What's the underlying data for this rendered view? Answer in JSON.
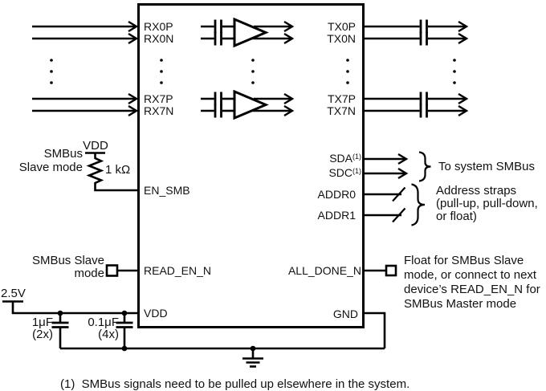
{
  "diagram": {
    "chip": {
      "pins": {
        "rx0p": "RX0P",
        "rx0n": "RX0N",
        "rx7p": "RX7P",
        "rx7n": "RX7N",
        "tx0p": "TX0P",
        "tx0n": "TX0N",
        "tx7p": "TX7P",
        "tx7n": "TX7N",
        "en_smb": "EN_SMB",
        "read_en_n": "READ_EN_N",
        "vdd": "VDD",
        "sda": "SDA",
        "sdc": "SDC",
        "addr0": "ADDR0",
        "addr1": "ADDR1",
        "all_done_n": "ALL_DONE_N",
        "gnd": "GND"
      },
      "footnote_ref": "(1)"
    },
    "left": {
      "vdd_rail": "VDD",
      "resistor_value": "1 kΩ",
      "en_smb_note": "SMBus\nSlave mode",
      "read_en_note": "SMBus Slave\nmode",
      "supply_voltage": "2.5V",
      "cap1_label": "1μF\n(2x)",
      "cap2_label": "0.1μF\n(4x)"
    },
    "right": {
      "smbus_note": "To system SMBus",
      "addr_note": "Address straps\n(pull-up, pull-down,\nor float)",
      "all_done_note": "Float for SMBus Slave\nmode, or connect to next\ndevice’s READ_EN_N for\nSMBus Master mode"
    },
    "footnote": "(1)  SMBus signals need to be pulled up elsewhere in the system."
  },
  "colors": {
    "line": "#000000",
    "text": "#111111",
    "background": "#ffffff"
  }
}
